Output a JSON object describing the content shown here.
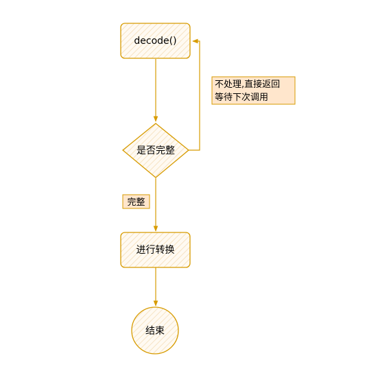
{
  "colors": {
    "stroke": "#d79b00",
    "fill": "#fff6e6",
    "label_fill": "#ffe6cc",
    "text": "#000000",
    "background": "#ffffff"
  },
  "nodes": {
    "decode": "decode()",
    "check": "是否完整",
    "convert": "进行转换",
    "end": "结束"
  },
  "edge_labels": {
    "not_processed_line1": "不处理,直接返回",
    "not_processed_line2": "等待下次调用",
    "complete": "完整"
  }
}
